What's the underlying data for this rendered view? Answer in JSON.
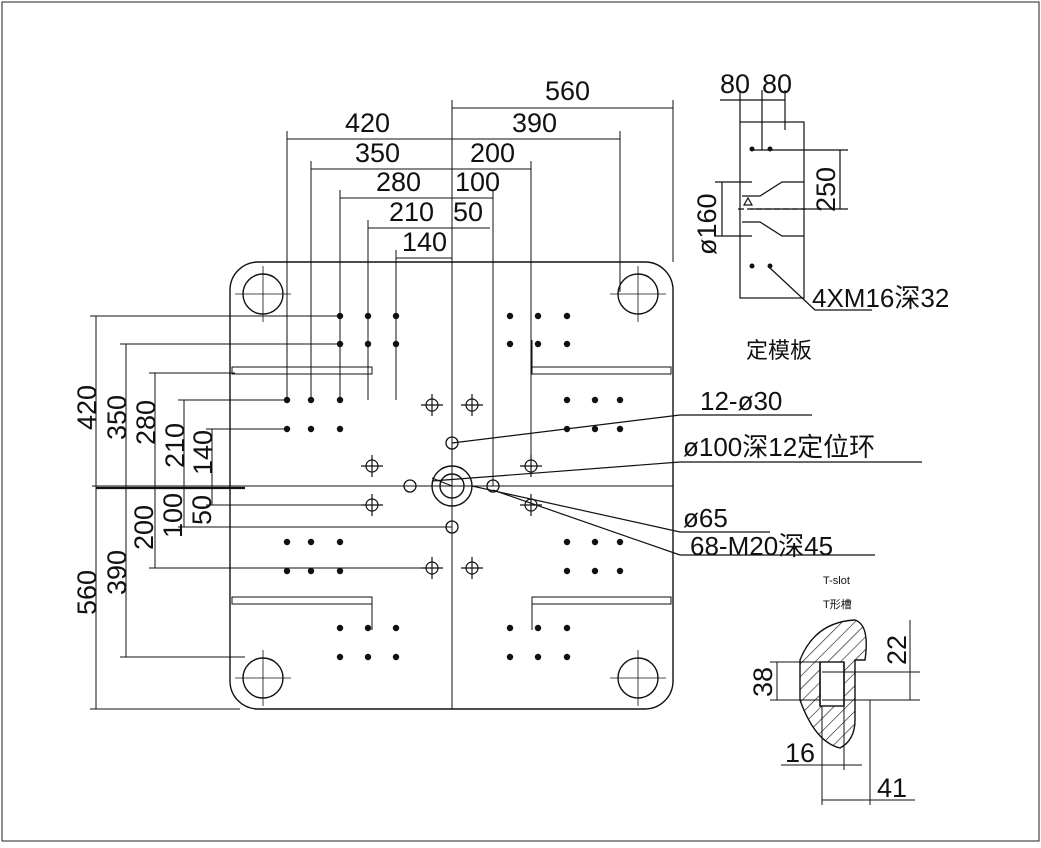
{
  "main_plate": {
    "top_dims": [
      "560",
      "420",
      "390",
      "350",
      "200",
      "280",
      "100",
      "210",
      "50",
      "140"
    ],
    "left_dims": [
      "420",
      "350",
      "280",
      "210",
      "140",
      "200",
      "100",
      "50",
      "560",
      "390"
    ],
    "callouts": {
      "holes": "12-ø30",
      "locating_ring": "ø100深12定位环",
      "center_bore": "ø65",
      "threaded": "68-M20深45"
    }
  },
  "side_view": {
    "dims": [
      "80",
      "80",
      "250",
      "ø160"
    ],
    "thread_note": "4XM16深32",
    "title": "定模板"
  },
  "tslot": {
    "label_en": "T-slot",
    "label_cn": "T形槽",
    "dims": [
      "22",
      "38",
      "16",
      "41"
    ]
  }
}
